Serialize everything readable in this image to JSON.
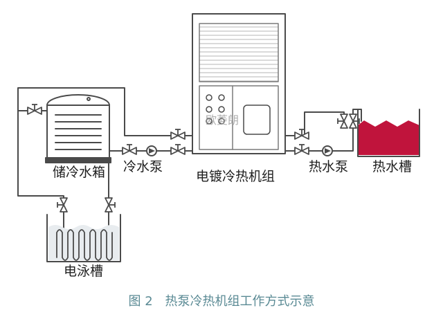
{
  "labels": {
    "storage_tank": "储冷水箱",
    "cold_pump": "冷水泵",
    "unit": "电镀冷热机组",
    "hot_pump": "热水泵",
    "hot_tank": "热水槽",
    "bath": "电泳槽"
  },
  "watermark": "欧菱朗",
  "caption": {
    "number": "图 2",
    "title": "热泵冷热机组工作方式示意"
  },
  "colors": {
    "line": "#4a4a4a",
    "hot_water": "#c0143c",
    "caption": "#5a8a94"
  }
}
